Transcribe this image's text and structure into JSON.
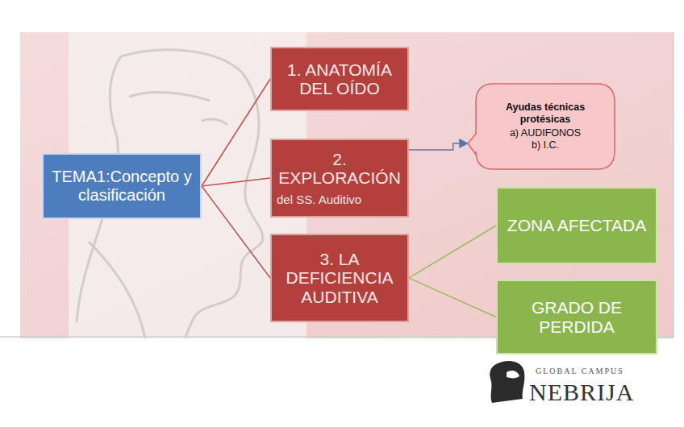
{
  "diagram": {
    "nodes": [
      {
        "text": [
          "TEMA1:Concepto y clasificación"
        ]
      },
      {
        "text": [
          "1. ANATOMÍA DEL OÍDO"
        ]
      },
      {
        "text": [
          "2. EXPLORACIÓN",
          "del SS. Auditivo"
        ]
      },
      {
        "text": [
          "3. LA DEFICIENCIA AUDITIVA"
        ]
      },
      {
        "text": [
          "Ayudas técnicas protésicas",
          "a) AUDIFONOS",
          "b) I.C."
        ]
      },
      {
        "text": [
          "ZONA AFECTADA"
        ]
      },
      {
        "text": [
          "GRADO DE PERDIDA"
        ]
      }
    ],
    "edges": [
      {
        "from": 0,
        "to": 1,
        "arrow": "none"
      },
      {
        "from": 0,
        "to": 2,
        "arrow": "none"
      },
      {
        "from": 0,
        "to": 3,
        "arrow": "none"
      },
      {
        "from": 2,
        "to": 4,
        "arrow": "to"
      },
      {
        "from": 3,
        "to": 5,
        "arrow": "none"
      },
      {
        "from": 3,
        "to": 6,
        "arrow": "none"
      }
    ],
    "labels": [
      "GLOBAL CAMPUS",
      "NEBRIJA"
    ]
  }
}
